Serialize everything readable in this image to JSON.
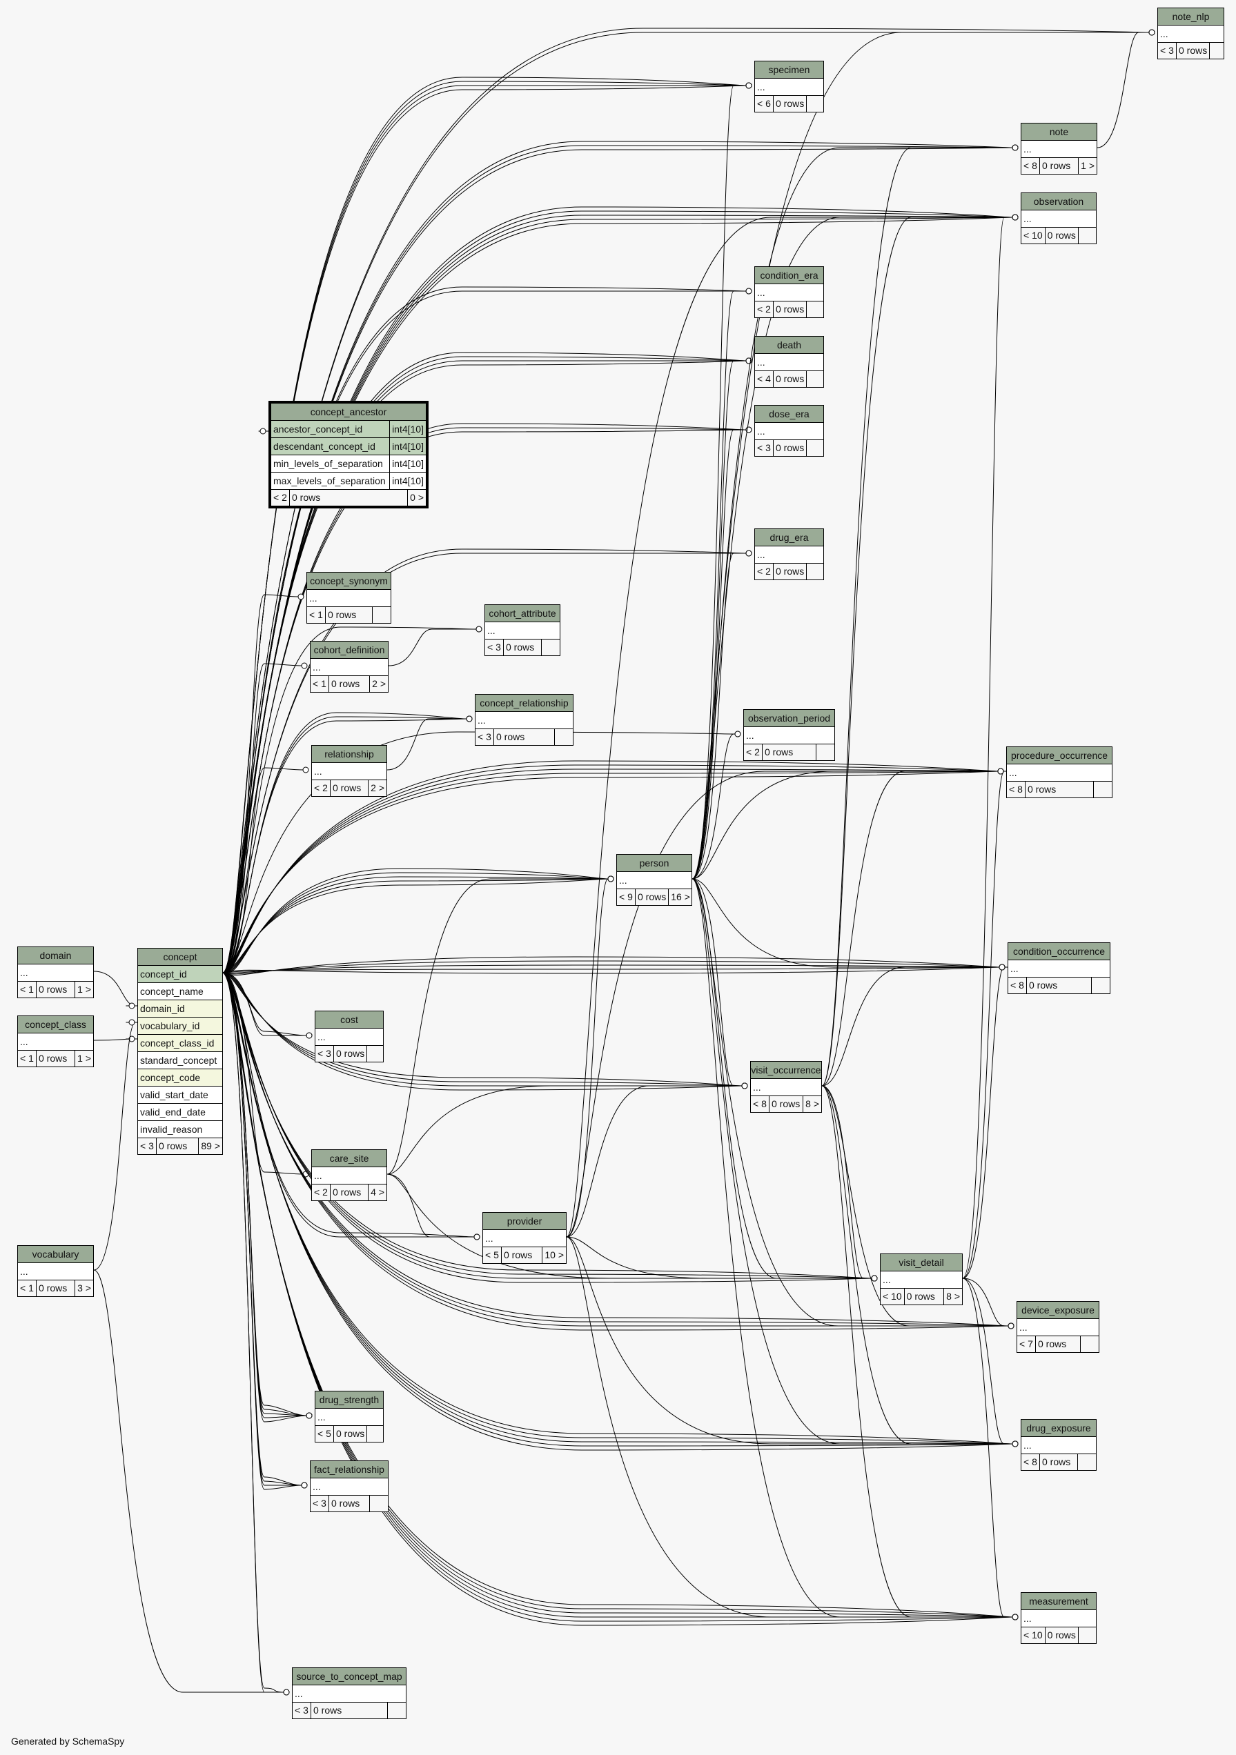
{
  "footer_text": "Generated by SchemaSpy",
  "colors": {
    "background": "#f7f7f7",
    "header": "#9aab96",
    "primary_key": "#bfd3ba",
    "foreign_key": "#f4f7de"
  },
  "tables": [
    {
      "name": "note_nlp",
      "rows": [
        {
          "text": "..."
        }
      ],
      "footer": [
        "< 3",
        "0 rows",
        ""
      ]
    },
    {
      "name": "specimen",
      "rows": [
        {
          "text": "..."
        }
      ],
      "footer": [
        "< 6",
        "0 rows",
        ""
      ]
    },
    {
      "name": "note",
      "rows": [
        {
          "text": "..."
        }
      ],
      "footer": [
        "< 8",
        "0 rows",
        "1 >"
      ]
    },
    {
      "name": "observation",
      "rows": [
        {
          "text": "..."
        }
      ],
      "footer": [
        "< 10",
        "0 rows",
        ""
      ]
    },
    {
      "name": "condition_era",
      "rows": [
        {
          "text": "..."
        }
      ],
      "footer": [
        "< 2",
        "0 rows",
        ""
      ]
    },
    {
      "name": "death",
      "rows": [
        {
          "text": "..."
        }
      ],
      "footer": [
        "< 4",
        "0 rows",
        ""
      ]
    },
    {
      "name": "dose_era",
      "rows": [
        {
          "text": "..."
        }
      ],
      "footer": [
        "< 3",
        "0 rows",
        ""
      ]
    },
    {
      "name": "drug_era",
      "rows": [
        {
          "text": "..."
        }
      ],
      "footer": [
        "< 2",
        "0 rows",
        ""
      ]
    },
    {
      "name": "concept_ancestor",
      "selected": true,
      "rows": [
        {
          "text": "ancestor_concept_id",
          "type": "int4[10]",
          "kind": "pk"
        },
        {
          "text": "descendant_concept_id",
          "type": "int4[10]",
          "kind": "pk"
        },
        {
          "text": "min_levels_of_separation",
          "type": "int4[10]"
        },
        {
          "text": "max_levels_of_separation",
          "type": "int4[10]"
        }
      ],
      "footer": [
        "< 2",
        "0 rows",
        "0 >"
      ]
    },
    {
      "name": "concept_synonym",
      "rows": [
        {
          "text": "..."
        }
      ],
      "footer": [
        "< 1",
        "0 rows",
        ""
      ]
    },
    {
      "name": "cohort_attribute",
      "rows": [
        {
          "text": "..."
        }
      ],
      "footer": [
        "< 3",
        "0 rows",
        ""
      ]
    },
    {
      "name": "cohort_definition",
      "rows": [
        {
          "text": "..."
        }
      ],
      "footer": [
        "< 1",
        "0 rows",
        "2 >"
      ]
    },
    {
      "name": "concept_relationship",
      "rows": [
        {
          "text": "..."
        }
      ],
      "footer": [
        "< 3",
        "0 rows",
        ""
      ]
    },
    {
      "name": "observation_period",
      "rows": [
        {
          "text": "..."
        }
      ],
      "footer": [
        "< 2",
        "0 rows",
        ""
      ]
    },
    {
      "name": "relationship",
      "rows": [
        {
          "text": "..."
        }
      ],
      "footer": [
        "< 2",
        "0 rows",
        "2 >"
      ]
    },
    {
      "name": "procedure_occurrence",
      "rows": [
        {
          "text": "..."
        }
      ],
      "footer": [
        "< 8",
        "0 rows",
        ""
      ]
    },
    {
      "name": "person",
      "rows": [
        {
          "text": "..."
        }
      ],
      "footer": [
        "< 9",
        "0 rows",
        "16 >"
      ]
    },
    {
      "name": "condition_occurrence",
      "rows": [
        {
          "text": "..."
        }
      ],
      "footer": [
        "< 8",
        "0 rows",
        ""
      ]
    },
    {
      "name": "domain",
      "rows": [
        {
          "text": "..."
        }
      ],
      "footer": [
        "< 1",
        "0 rows",
        "1 >"
      ]
    },
    {
      "name": "concept",
      "rows": [
        {
          "text": "concept_id",
          "kind": "pk"
        },
        {
          "text": "concept_name"
        },
        {
          "text": "domain_id",
          "kind": "fk"
        },
        {
          "text": "vocabulary_id",
          "kind": "fk"
        },
        {
          "text": "concept_class_id",
          "kind": "fk"
        },
        {
          "text": "standard_concept"
        },
        {
          "text": "concept_code",
          "kind": "fk"
        },
        {
          "text": "valid_start_date"
        },
        {
          "text": "valid_end_date"
        },
        {
          "text": "invalid_reason"
        }
      ],
      "footer": [
        "< 3",
        "0 rows",
        "89 >"
      ]
    },
    {
      "name": "concept_class",
      "rows": [
        {
          "text": "..."
        }
      ],
      "footer": [
        "< 1",
        "0 rows",
        "1 >"
      ]
    },
    {
      "name": "cost",
      "rows": [
        {
          "text": "..."
        }
      ],
      "footer": [
        "< 3",
        "0 rows",
        ""
      ]
    },
    {
      "name": "visit_occurrence",
      "rows": [
        {
          "text": "..."
        }
      ],
      "footer": [
        "< 8",
        "0 rows",
        "8 >"
      ]
    },
    {
      "name": "care_site",
      "rows": [
        {
          "text": "..."
        }
      ],
      "footer": [
        "< 2",
        "0 rows",
        "4 >"
      ]
    },
    {
      "name": "provider",
      "rows": [
        {
          "text": "..."
        }
      ],
      "footer": [
        "< 5",
        "0 rows",
        "10 >"
      ]
    },
    {
      "name": "vocabulary",
      "rows": [
        {
          "text": "..."
        }
      ],
      "footer": [
        "< 1",
        "0 rows",
        "3 >"
      ]
    },
    {
      "name": "visit_detail",
      "rows": [
        {
          "text": "..."
        }
      ],
      "footer": [
        "< 10",
        "0 rows",
        "8 >"
      ]
    },
    {
      "name": "device_exposure",
      "rows": [
        {
          "text": "..."
        }
      ],
      "footer": [
        "< 7",
        "0 rows",
        ""
      ]
    },
    {
      "name": "drug_strength",
      "rows": [
        {
          "text": "..."
        }
      ],
      "footer": [
        "< 5",
        "0 rows",
        ""
      ]
    },
    {
      "name": "drug_exposure",
      "rows": [
        {
          "text": "..."
        }
      ],
      "footer": [
        "< 8",
        "0 rows",
        ""
      ]
    },
    {
      "name": "fact_relationship",
      "rows": [
        {
          "text": "..."
        }
      ],
      "footer": [
        "< 3",
        "0 rows",
        ""
      ]
    },
    {
      "name": "measurement",
      "rows": [
        {
          "text": "..."
        }
      ],
      "footer": [
        "< 10",
        "0 rows",
        ""
      ]
    },
    {
      "name": "source_to_concept_map",
      "rows": [
        {
          "text": "..."
        }
      ],
      "footer": [
        "< 3",
        "0 rows",
        ""
      ]
    }
  ]
}
